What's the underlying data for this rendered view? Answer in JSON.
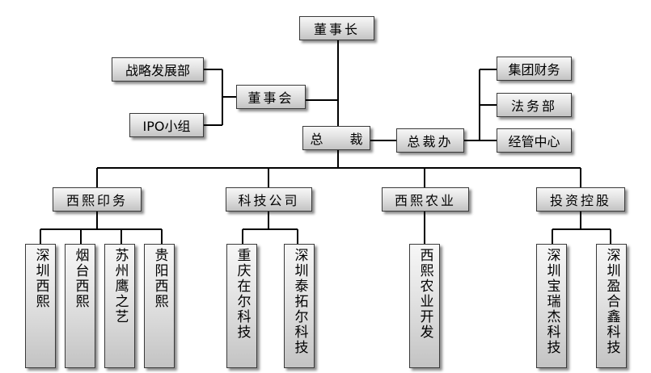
{
  "chairman": "董事长",
  "board": "董事会",
  "strategy": "战略发展部",
  "ipo": "IPO小组",
  "president": "总 裁",
  "president_office": "总裁办",
  "group_finance": "集团财务",
  "legal": "法务部",
  "management_center": "经管中心",
  "divisions": {
    "printing": {
      "name": "西熙印务",
      "subs": [
        "深圳西熙",
        "烟台西熙",
        "苏州鹰之艺",
        "贵阳西熙"
      ]
    },
    "technology": {
      "name": "科技公司",
      "subs": [
        "重庆在尔科技",
        "深圳泰拓尔科技"
      ]
    },
    "agriculture": {
      "name": "西熙农业",
      "subs": [
        "西熙农业开发"
      ]
    },
    "investment": {
      "name": "投资控股",
      "subs": [
        "深圳宝瑞杰科技",
        "深圳盈合鑫科技"
      ]
    }
  }
}
